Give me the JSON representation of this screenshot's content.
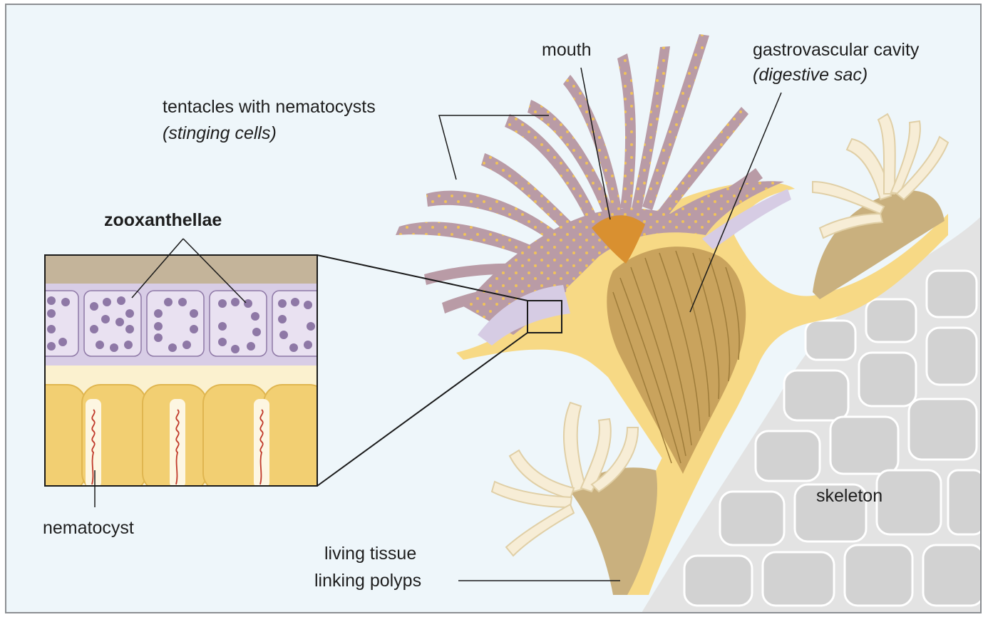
{
  "labels": {
    "mouth": "mouth",
    "cavity": "gastrovascular cavity",
    "cavity_sub": "(digestive sac)",
    "tentacles": "tentacles with nematocysts",
    "tentacles_sub": "(stinging cells)",
    "zooxanthellae": "zooxanthellae",
    "nematocyst": "nematocyst",
    "skeleton": "skeleton",
    "tissue_1": "living tissue",
    "tissue_2": "linking polyps"
  },
  "colors": {
    "background": "#eef6fa",
    "tentacle": "#b99ba6",
    "tentacle_dot": "#f0c25a",
    "tissue": "#f7d985",
    "cavity": "#c9a35d",
    "mouth": "#d99030",
    "skeleton": "#d6d6d6",
    "zooxanthella": "#8e78a6",
    "cell_layer": "#d8cde6",
    "nematocyst_thread": "#c0392b"
  }
}
